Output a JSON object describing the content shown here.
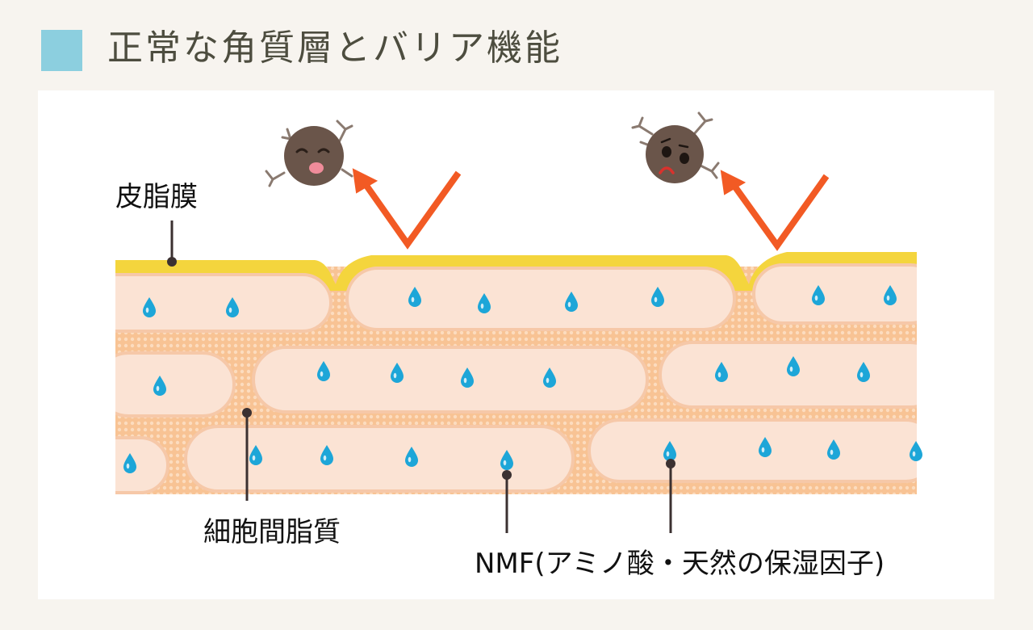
{
  "title": "正常な角質層とバリア機能",
  "labels": {
    "sebum_film": "皮脂膜",
    "intercellular_lipid": "細胞間脂質",
    "nmf": "NMF(アミノ酸・天然の保湿因子)"
  },
  "colors": {
    "title_marker": "#8ccfdf",
    "title_text": "#4d4d3f",
    "sebum": "#f4d53d",
    "cell_fill": "#fbe3d4",
    "cell_border": "#f6c8a8",
    "lipid_matrix": "#f8c394",
    "water_drop": "#1da6d8",
    "arrow": "#f25a24",
    "germ": "#6a554a"
  },
  "icons": [
    "water-drop-icon",
    "check-arrow-icon",
    "germ-icon"
  ]
}
